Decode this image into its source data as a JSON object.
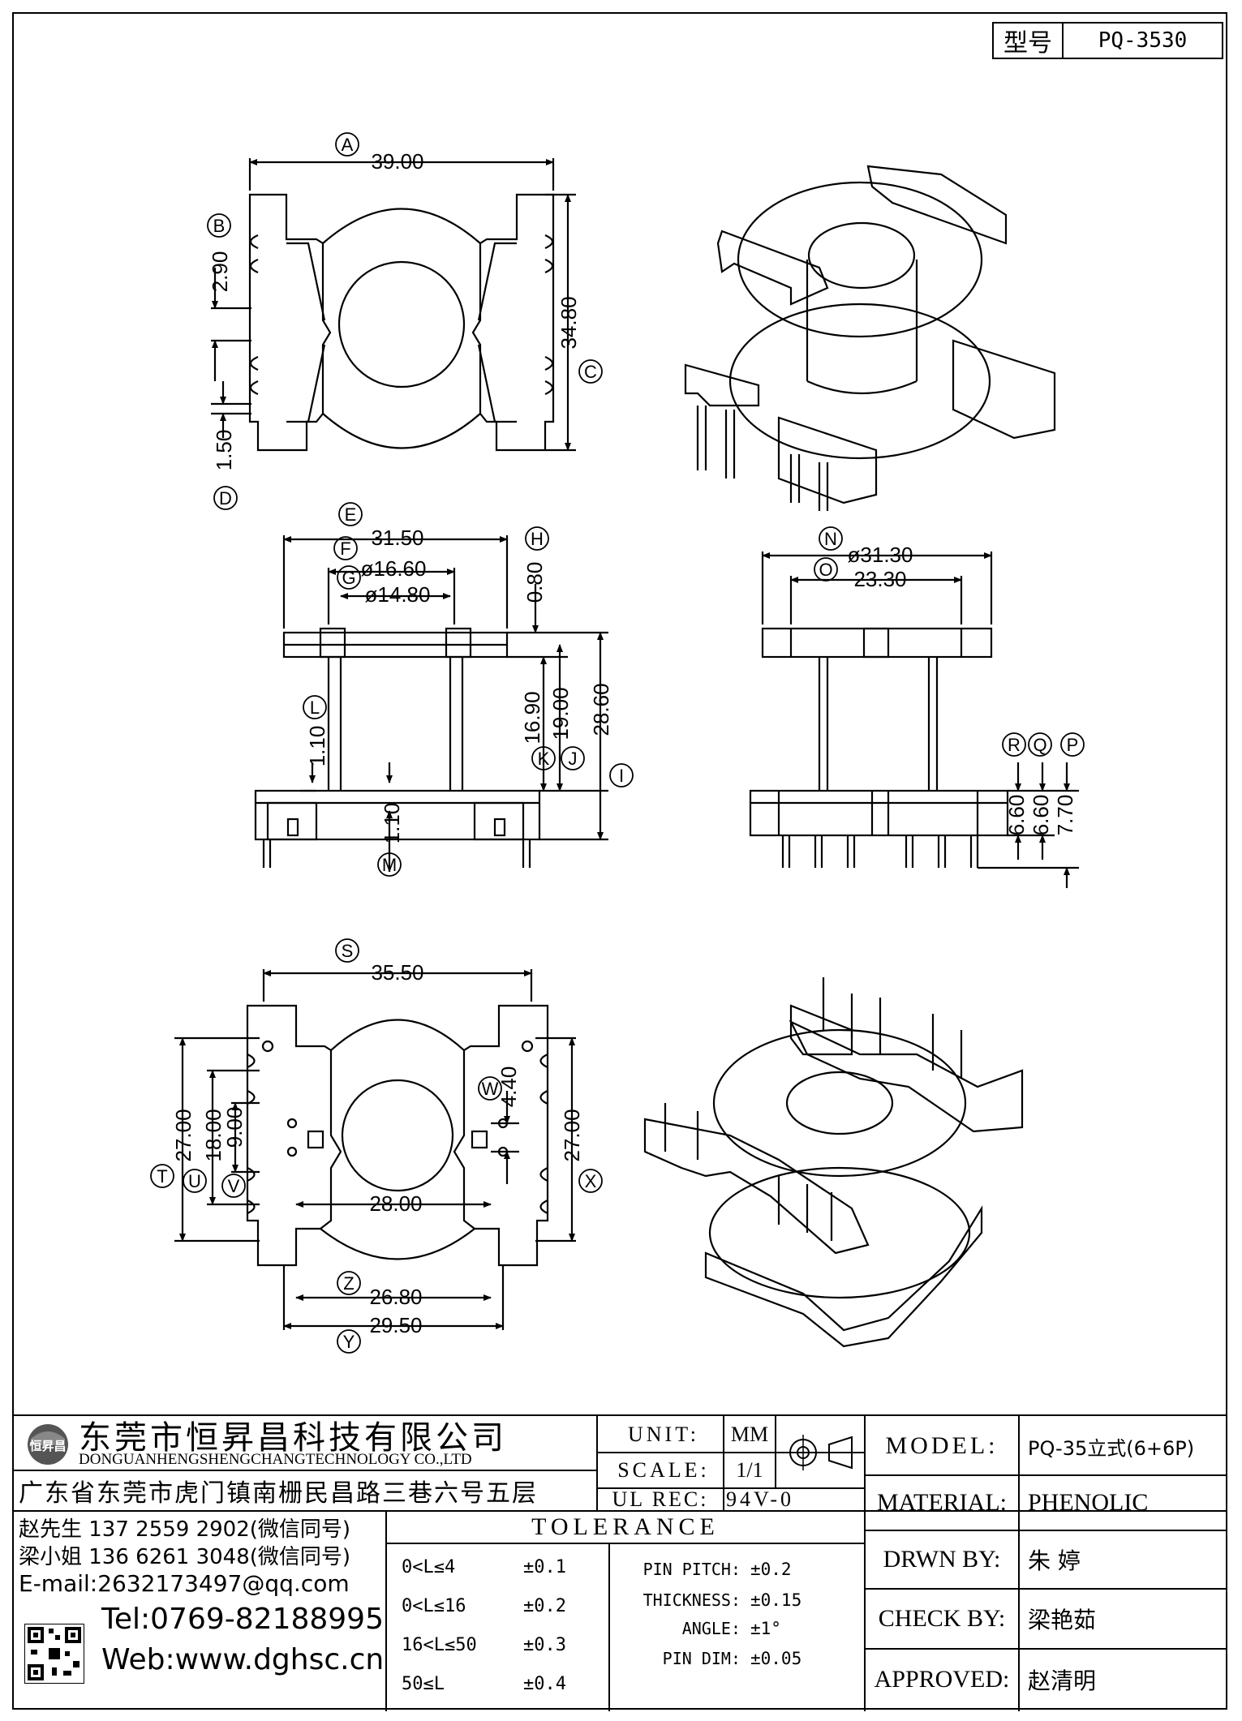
{
  "model_box": {
    "label": "型号",
    "value": "PQ-3530"
  },
  "top_view": {
    "A": {
      "letter": "A",
      "value": "39.00"
    },
    "B": {
      "letter": "B",
      "value": "2.90"
    },
    "C": {
      "letter": "C",
      "value": "34.80"
    },
    "D": {
      "letter": "D",
      "value": "1.50"
    }
  },
  "front_view": {
    "E": {
      "letter": "E",
      "value": "31.50"
    },
    "F": {
      "letter": "F",
      "value": "ø16.60"
    },
    "G": {
      "letter": "G",
      "value": "ø14.80"
    },
    "H": {
      "letter": "H",
      "value": "0.80"
    },
    "I": {
      "letter": "I",
      "value": "28.60"
    },
    "J": {
      "letter": "J",
      "value": "19.00"
    },
    "K": {
      "letter": "K",
      "value": "16.90"
    },
    "L": {
      "letter": "L",
      "value": "1.10"
    },
    "M": {
      "letter": "M",
      "value": "1.10"
    }
  },
  "side_view": {
    "N": {
      "letter": "N",
      "value": "ø31.30"
    },
    "O": {
      "letter": "O",
      "value": "23.30"
    },
    "P": {
      "letter": "P",
      "value": "7.70"
    },
    "Q": {
      "letter": "Q",
      "value": "6.60"
    },
    "R": {
      "letter": "R",
      "value": "6.60"
    }
  },
  "bottom_view": {
    "S": {
      "letter": "S",
      "value": "35.50"
    },
    "T": {
      "letter": "T",
      "value": "27.00"
    },
    "U": {
      "letter": "U",
      "value": "18.00"
    },
    "V": {
      "letter": "V",
      "value": "9.00"
    },
    "W": {
      "letter": "W",
      "value": "4.40"
    },
    "X": {
      "letter": "X",
      "value": "27.00"
    },
    "Y": {
      "letter": "Y",
      "value": "29.50"
    },
    "Z": {
      "letter": "Z",
      "value": "26.80"
    },
    "center": "28.00"
  },
  "title_block": {
    "logo_text": "恒昇昌",
    "company_cn": "东莞市恒昇昌科技有限公司",
    "company_en": "DONGUANHENGSHENGCHANGTECHNOLOGY CO.,LTD",
    "address": "广东省东莞市虎门镇南栅民昌路三巷六号五层",
    "unit_label": "UNIT:",
    "unit_value": "MM",
    "scale_label": "SCALE:",
    "scale_value": "1/1",
    "ulrec_label": "UL REC:",
    "ulrec_value": "94V-0",
    "model_label": "MODEL:",
    "model_value": "PQ-35立式(6+6P)",
    "material_label": "MATERIAL:",
    "material_value": "PHENOLIC",
    "drwn_label": "DRWN BY:",
    "drwn_value": "朱 婷",
    "check_label": "CHECK BY:",
    "check_value": "梁艳茹",
    "approved_label": "APPROVED:",
    "approved_value": "赵清明",
    "contact1": "赵先生 137 2559 2902(微信同号)",
    "contact2": "梁小姐 136 6261 3048(微信同号)",
    "email": "E-mail:2632173497@qq.com",
    "tel": "Tel:0769-82188995",
    "web": "Web:www.dghsc.cn",
    "tolerance_title": "TOLERANCE",
    "tolerances": [
      {
        "range": "0<L≤4",
        "value": "±0.1"
      },
      {
        "range": "0<L≤16",
        "value": "±0.2"
      },
      {
        "range": "16<L≤50",
        "value": "±0.3"
      },
      {
        "range": "50≤L",
        "value": "±0.4"
      }
    ],
    "specs": [
      {
        "label": "PIN PITCH:",
        "value": "±0.2"
      },
      {
        "label": "THICKNESS:",
        "value": "±0.15"
      },
      {
        "label": "ANGLE:",
        "value": "±1°"
      },
      {
        "label": "PIN DIM:",
        "value": "±0.05"
      }
    ]
  }
}
